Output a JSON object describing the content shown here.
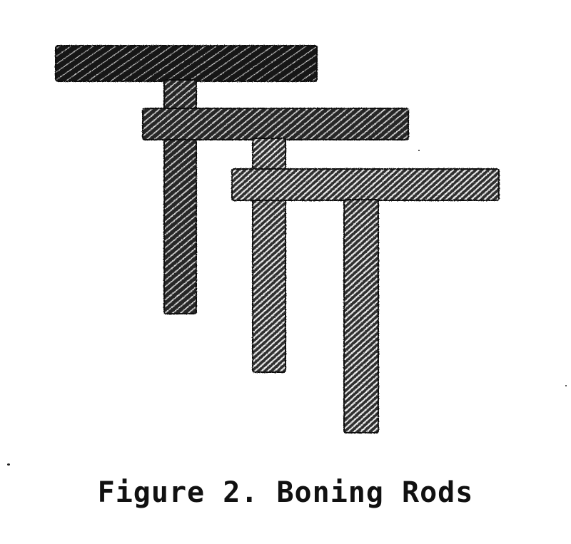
{
  "figure": {
    "caption": "Figure 2. Boning Rods",
    "rods": [
      {
        "name": "boning-rod-1",
        "shade": "dark"
      },
      {
        "name": "boning-rod-2",
        "shade": "medium"
      },
      {
        "name": "boning-rod-3",
        "shade": "light"
      }
    ]
  },
  "colors": {
    "ink": "#111111",
    "dark_fill": "#1a1a1a",
    "medium_fill": "#3a3a3a",
    "light_fill": "#555555",
    "background": "#ffffff"
  }
}
